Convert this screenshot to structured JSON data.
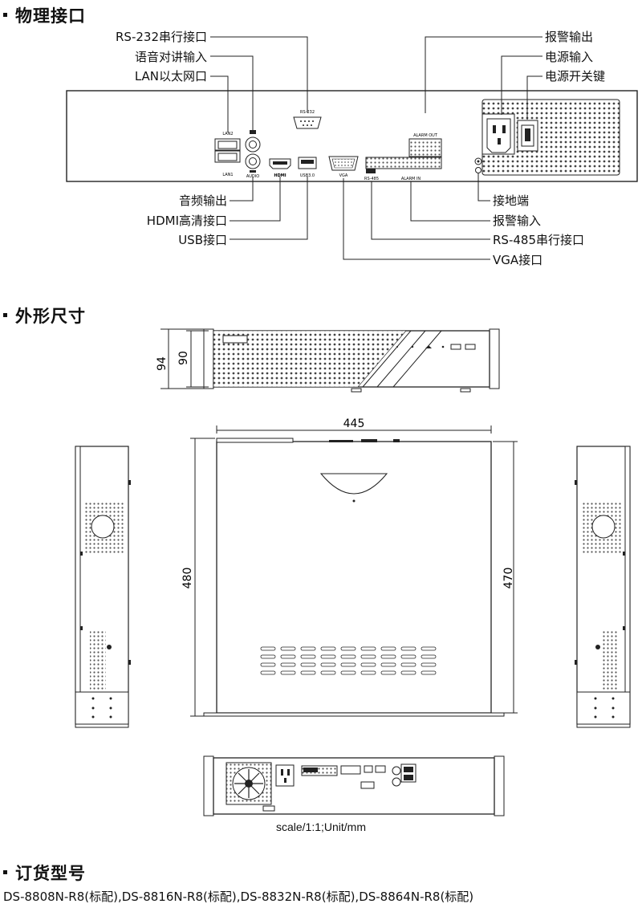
{
  "sections": {
    "interfaces": "物理接口",
    "dimensions": "外形尺寸",
    "ordering": "订货型号"
  },
  "callouts": {
    "rs232": "RS-232串行接口",
    "audio_in": "语音对讲输入",
    "lan": "LAN以太网口",
    "alarm_out": "报警输出",
    "power_in": "电源输入",
    "power_switch": "电源开关键",
    "audio_out": "音频输出",
    "hdmi": "HDMI高清接口",
    "usb": "USB接口",
    "ground": "接地端",
    "alarm_in": "报警输入",
    "rs485": "RS-485串行接口",
    "vga": "VGA接口"
  },
  "panel_labels": {
    "lan2": "LAN2",
    "lan1": "LAN1",
    "audio": "AUDIO",
    "rs232": "RS-232",
    "hdmi": "HDMI",
    "usb": "USB3.0",
    "vga": "VGA",
    "rs485": "RS-485",
    "alarm_out": "ALARM OUT",
    "alarm_in": "ALARM IN"
  },
  "dims": {
    "height_outer": "94",
    "height_inner": "90",
    "width": "445",
    "depth_outer": "480",
    "depth_inner": "470"
  },
  "scale_note": "scale/1:1;Unit/mm",
  "models": "DS-8808N-R8(标配),DS-8816N-R8(标配),DS-8832N-R8(标配),DS-8864N-R8(标配)"
}
